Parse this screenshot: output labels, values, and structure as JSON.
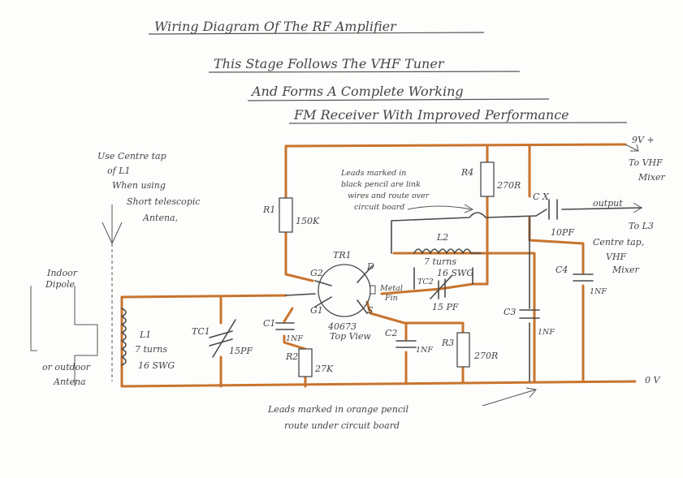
{
  "title": {
    "line1": "Wiring Diagram Of The RF Amplifier",
    "line2": "This Stage Follows The VHF Tuner",
    "line3": "And Forms A Complete Working",
    "line4": "FM Receiver With Improved Performance"
  },
  "notes": {
    "centre_tap": [
      "Use Centre tap",
      "of   L1",
      "When using",
      "Short telescopic",
      "Antena,"
    ],
    "indoor": [
      "Indoor",
      "Dipole"
    ],
    "outdoor": [
      "or outdoor",
      "Antena"
    ],
    "leads_black": [
      "Leads marked in",
      "black pencil are link",
      "wires and route over",
      "circuit board"
    ],
    "leads_orange": [
      "Leads marked in orange pencil",
      "route under circuit board"
    ]
  },
  "supply": {
    "positive": "9V +",
    "to_mixer": [
      "To VHF",
      "Mixer"
    ],
    "ground": "0 V"
  },
  "output": {
    "label": "output",
    "to_l3": [
      "To L3",
      "Centre tap,",
      "VHF",
      "Mixer"
    ]
  },
  "components": {
    "r1": {
      "ref": "R1",
      "value": "150K"
    },
    "r2": {
      "ref": "R2",
      "value": "27K"
    },
    "r3": {
      "ref": "R3",
      "value": "270R"
    },
    "r4": {
      "ref": "R4",
      "value": "270R"
    },
    "c1": {
      "ref": "C1",
      "value": "1NF"
    },
    "c2": {
      "ref": "C2",
      "value": "1NF"
    },
    "c3": {
      "ref": "C3",
      "value": "1NF"
    },
    "c4": {
      "ref": "C4",
      "value": "1NF"
    },
    "cx": {
      "ref": "C X",
      "value": "10PF"
    },
    "tc1": {
      "ref": "TC1",
      "value": "15PF"
    },
    "tc2": {
      "ref": "TC2",
      "value": "15 PF"
    },
    "l1": {
      "ref": "L1",
      "turns": "7 turns",
      "wire": "16 SWG"
    },
    "l2": {
      "ref": "L2",
      "turns": "7 turns",
      "wire": "16 SWG"
    },
    "tr1": {
      "ref": "TR1",
      "part": "40673",
      "view": "Top View",
      "pins": [
        "G2",
        "G1",
        "D",
        "S"
      ],
      "fin": [
        "Metal",
        "Fin"
      ]
    }
  },
  "colors": {
    "orange_wire": "#c8742e",
    "black_wire": "#4a4a4a",
    "paper": "#fdfdfb"
  }
}
